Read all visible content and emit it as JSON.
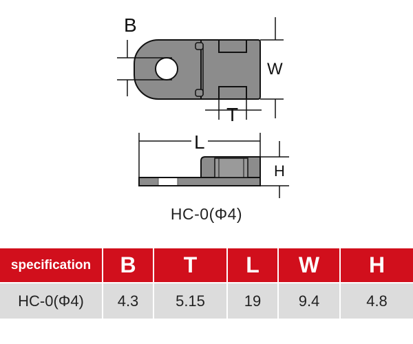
{
  "diagram": {
    "labels": {
      "B": "B",
      "W": "W",
      "T": "T",
      "L": "L",
      "H": "H"
    },
    "model_caption": "HC-0(Φ4)"
  },
  "colors": {
    "header_red": "#d10f1c",
    "body_gray": "#dcdcdc",
    "part_gray": "#8c8c8c"
  },
  "table": {
    "header_label": "specification",
    "columns": [
      "B",
      "T",
      "L",
      "W",
      "H"
    ],
    "row": {
      "model": "HC-0(Φ4)",
      "values": [
        "4.3",
        "5.15",
        "19",
        "9.4",
        "4.8"
      ]
    }
  }
}
